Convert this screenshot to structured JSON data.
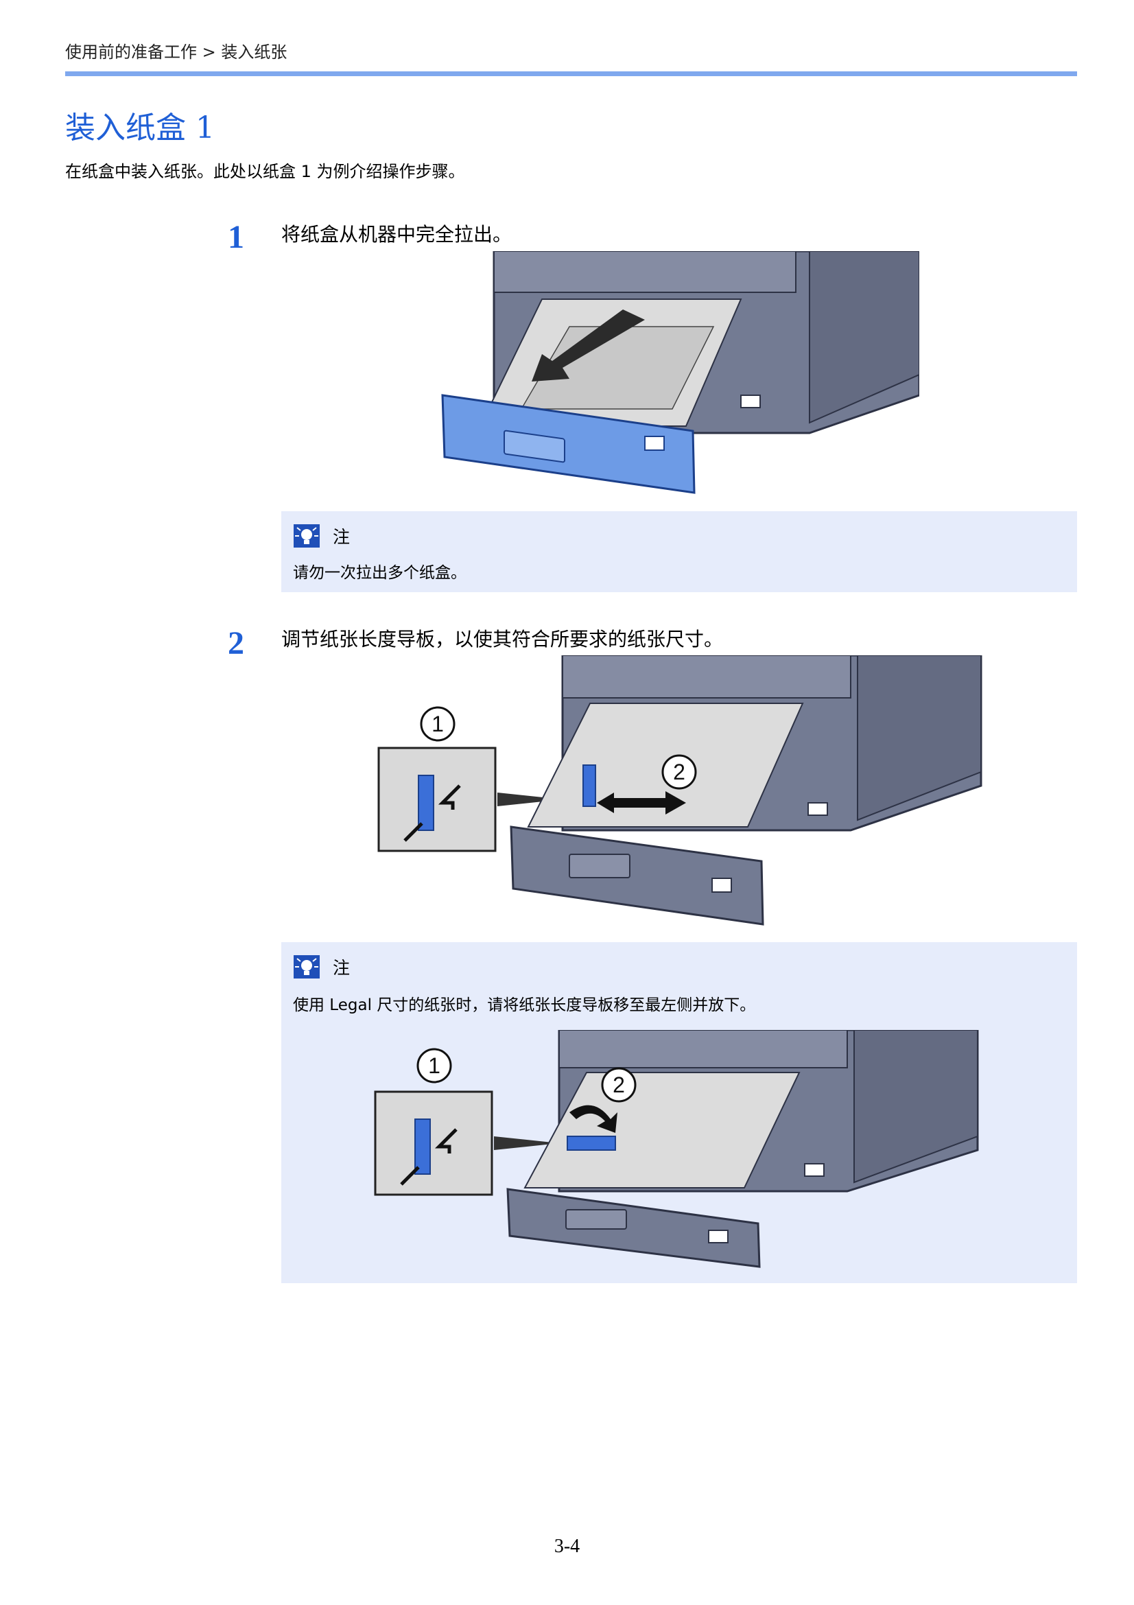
{
  "header": {
    "breadcrumb": "使用前的准备工作 > 装入纸张"
  },
  "section": {
    "title": "装入纸盒 1",
    "intro": "在纸盒中装入纸张。此处以纸盒 1 为例介绍操作步骤。"
  },
  "steps": [
    {
      "number": "1",
      "text": "将纸盒从机器中完全拉出。",
      "note": {
        "label": "注",
        "text": "请勿一次拉出多个纸盒。"
      }
    },
    {
      "number": "2",
      "text": "调节纸张长度导板，以使其符合所要求的纸张尺寸。",
      "callouts": [
        "1",
        "2"
      ],
      "note": {
        "label": "注",
        "text": "使用 Legal 尺寸的纸张时，请将纸张长度导板移至最左侧并放下。",
        "callouts": [
          "1",
          "2"
        ]
      }
    }
  ],
  "footer": {
    "page_number": "3-4"
  },
  "colors": {
    "accent": "#1f5fd6",
    "rule": "#7fa8ee",
    "note_bg": "#e6ecfb",
    "printer_body": "#737b93",
    "tray_highlight": "#6d9be6",
    "guide_blue": "#3b6fd8"
  }
}
